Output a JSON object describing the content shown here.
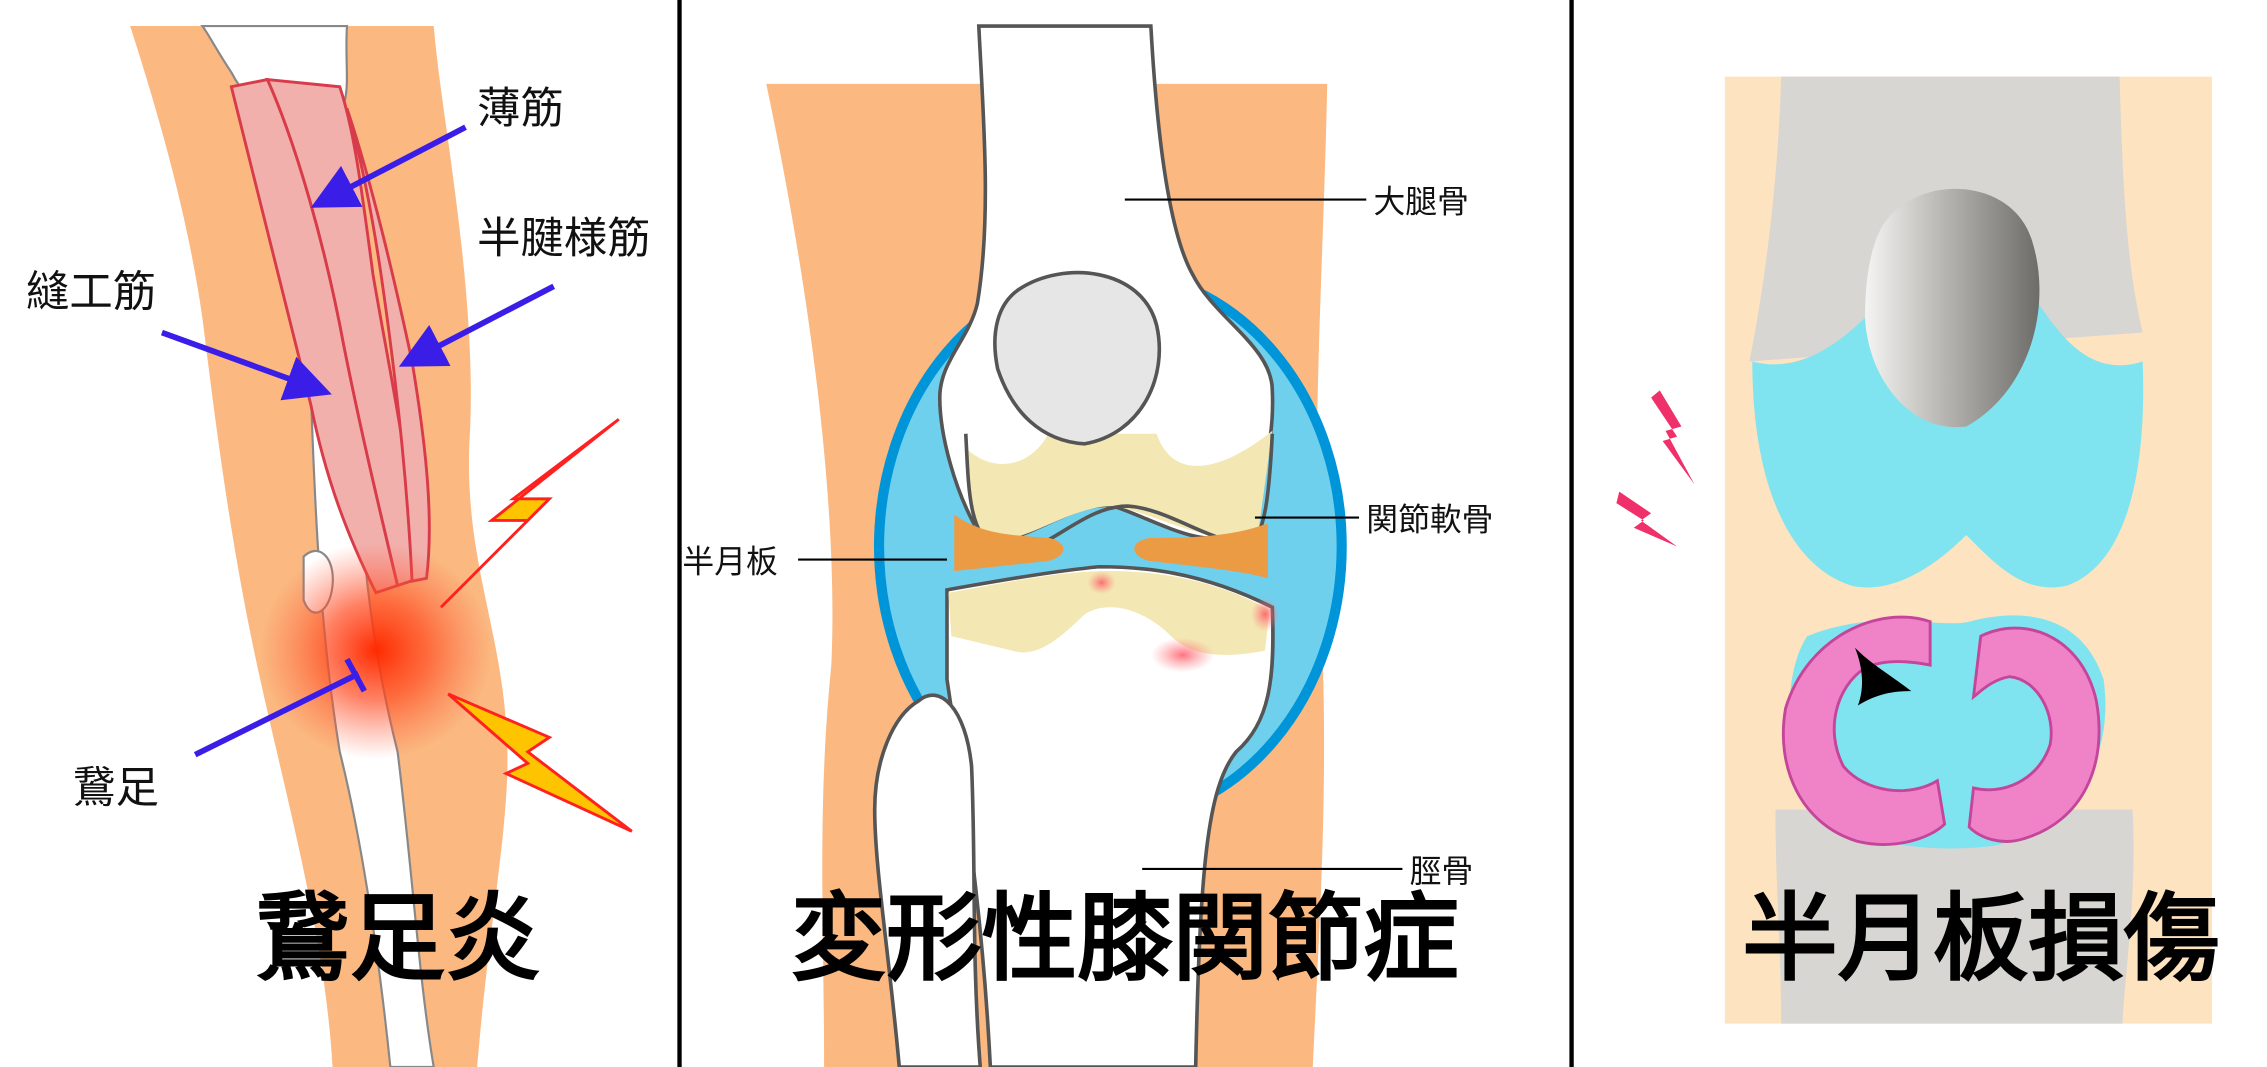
{
  "panels": [
    {
      "title": "鵞足炎",
      "labels": {
        "gracilis": "薄筋",
        "semitendinosus": "半腱様筋",
        "sartorius": "縫工筋",
        "pes_anserinus": "鵞足"
      }
    },
    {
      "title": "変形性膝関節症",
      "labels": {
        "femur": "大腿骨",
        "cartilage": "関節軟骨",
        "meniscus": "半月板",
        "tibia": "脛骨"
      }
    },
    {
      "title": "半月板損傷"
    }
  ],
  "colors": {
    "skin": "#fbb880",
    "arrow": "#3a1ee8",
    "synovium": "#0095d9",
    "fluid": "#6fd0ee",
    "cartilage": "#f3e8b4",
    "meniscus": "#ec9b45",
    "meniscus_3d": "#f082c8",
    "cartilage_3d": "#7fe4ef"
  }
}
